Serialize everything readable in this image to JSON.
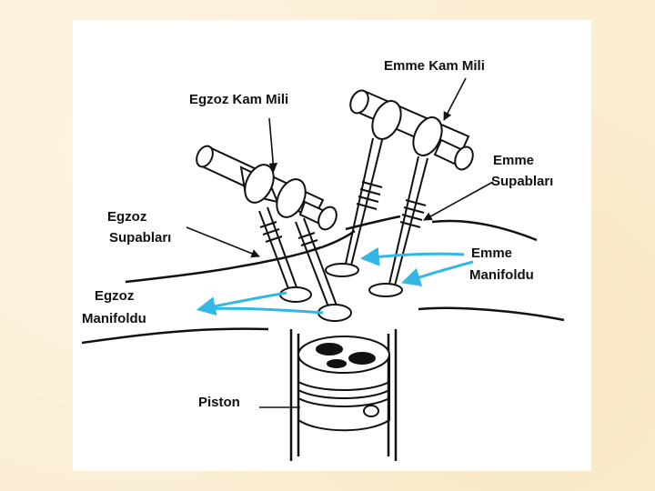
{
  "diagram": {
    "labels": {
      "emme_kam_mili": "Emme Kam Mili",
      "egzoz_kam_mili": "Egzoz Kam Mili",
      "emme_supaplari_1": "Emme",
      "emme_supaplari_2": "Supabları",
      "egzoz_supaplari_1": "Egzoz",
      "egzoz_supaplari_2": "Supabları",
      "emme_manifoldu_1": "Emme",
      "emme_manifoldu_2": "Manifoldu",
      "egzoz_manifoldu_1": "Egzoz",
      "egzoz_manifoldu_2": "Manifoldu",
      "piston": "Piston"
    },
    "colors": {
      "background": "#fbeed3",
      "panel": "#ffffff",
      "line": "#111111",
      "flow_arrow": "#33b8e6"
    }
  }
}
